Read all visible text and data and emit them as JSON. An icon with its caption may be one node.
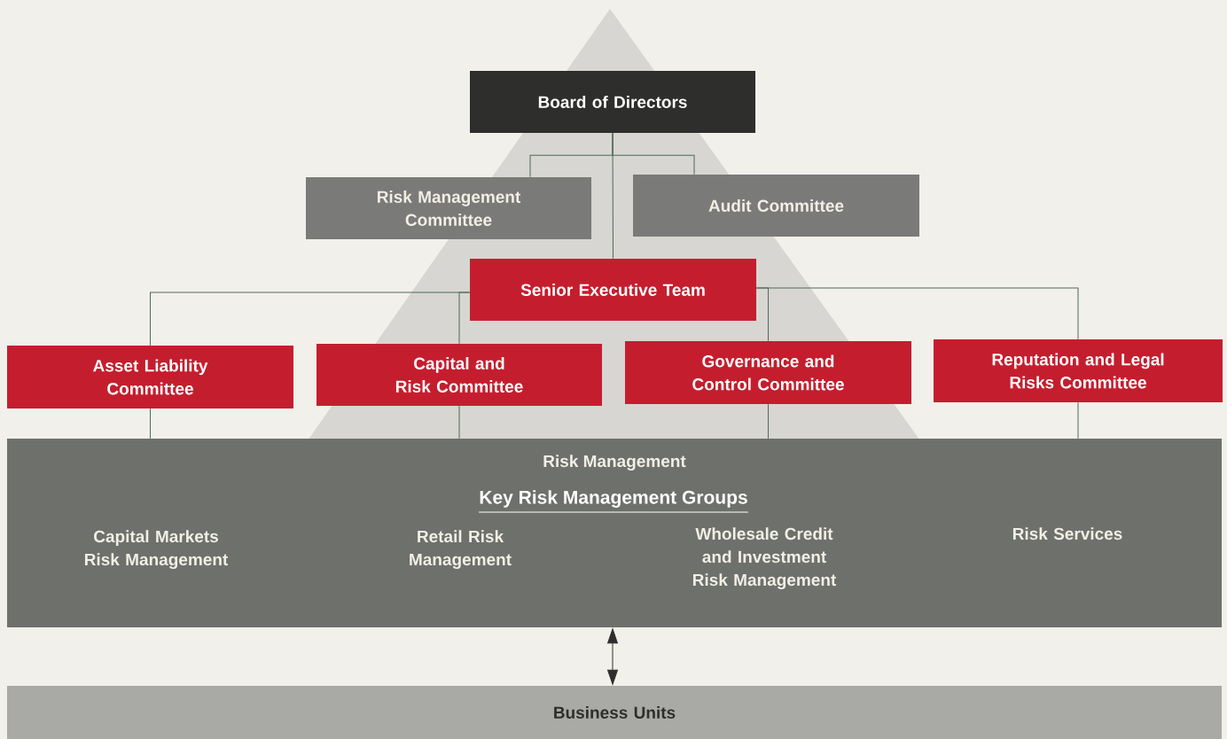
{
  "diagram": {
    "nodes": [
      {
        "text": [
          "Board of Directors"
        ]
      },
      {
        "text": [
          "Risk Management Committee"
        ]
      },
      {
        "text": [
          "Audit Committee"
        ]
      },
      {
        "text": [
          "Senior Executive Team"
        ]
      },
      {
        "text": [
          "Asset Liability Committee"
        ]
      },
      {
        "text": [
          "Capital and Risk Committee"
        ]
      },
      {
        "text": [
          "Governance and Control Committee"
        ]
      },
      {
        "text": [
          "Reputation and Legal Risks Committee"
        ]
      },
      {
        "text": [
          "Risk Management",
          "Key Risk Management Groups",
          "Capital Markets Risk Management",
          "Retail Risk Management",
          "Wholesale Credit and Investment Risk Management",
          "Risk Services"
        ]
      },
      {
        "text": [
          "Business Units"
        ]
      }
    ],
    "edges": [
      {
        "from": 0,
        "to": 1,
        "arrow": "none"
      },
      {
        "from": 0,
        "to": 2,
        "arrow": "none"
      },
      {
        "from": 0,
        "to": 3,
        "arrow": "none"
      },
      {
        "from": 3,
        "to": 4,
        "arrow": "none"
      },
      {
        "from": 3,
        "to": 5,
        "arrow": "none"
      },
      {
        "from": 3,
        "to": 6,
        "arrow": "none"
      },
      {
        "from": 3,
        "to": 7,
        "arrow": "none"
      },
      {
        "from": 4,
        "to": 8,
        "arrow": "none"
      },
      {
        "from": 5,
        "to": 8,
        "arrow": "none"
      },
      {
        "from": 6,
        "to": 8,
        "arrow": "none"
      },
      {
        "from": 7,
        "to": 8,
        "arrow": "none"
      },
      {
        "from": 8,
        "to": 9,
        "arrow": "both"
      }
    ]
  }
}
